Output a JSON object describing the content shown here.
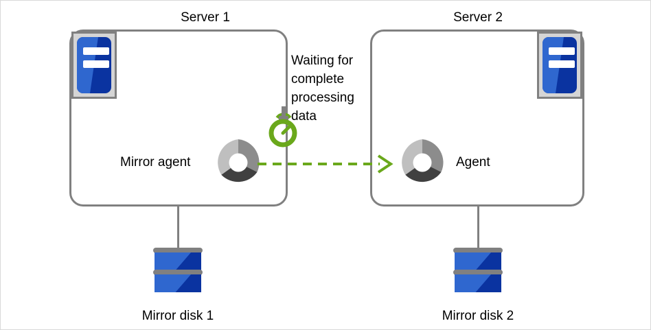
{
  "diagram": {
    "title_left": "Server 1",
    "title_right": "Server 2",
    "left_server": {
      "name": "Server 1",
      "server_icon": "server-icon",
      "agent_icon": "agent-donut-icon",
      "agent_label": "Mirror agent",
      "disk_icon": "disk-icon",
      "disk_label": "Mirror disk 1"
    },
    "right_server": {
      "name": "Server 2",
      "server_icon": "server-icon",
      "agent_icon": "agent-donut-icon",
      "agent_label": "Agent",
      "disk_icon": "disk-icon",
      "disk_label": "Mirror disk 2"
    },
    "annotation": {
      "text": "Waiting for complete processing data",
      "icon": "stopwatch-icon"
    },
    "flow_arrow": {
      "name": "dashed-arrow-right",
      "style": "dashed",
      "direction": "right"
    },
    "colors": {
      "accent_green": "#6aa81b",
      "box_border": "#808080",
      "disk_blue_dark": "#0a33a0",
      "disk_blue_light": "#2f67cf",
      "icon_frame": "#d5d5d5",
      "donut_light": "#bfbfbf",
      "donut_mid": "#8c8c8c",
      "donut_dark": "#404040",
      "canvas_border": "#d9d9d9"
    }
  }
}
